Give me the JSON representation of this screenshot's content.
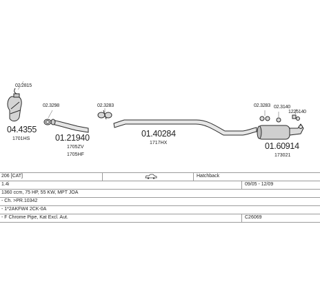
{
  "parts": {
    "cat_pn": "04.4355",
    "cat_sub": "1701HS",
    "cat_gasket_pn": "02.2815",
    "gasket_pn_1": "02.3298",
    "front_pipe_pn": "01.21940",
    "front_pipe_sub_1": "1705ZV",
    "front_pipe_sub_2": "1705HF",
    "clamp_pn": "02.3283",
    "middle_pipe_pn": "01.40284",
    "middle_pipe_sub": "1717HX",
    "hanger_pn_1": "02.3283",
    "hanger_pn_2": "02.3140",
    "hanger_pn_3": "1225140",
    "rear_silencer_pn": "01.60914",
    "rear_silencer_sub": "173021"
  },
  "info": {
    "row1": {
      "model": "206  [CAT]",
      "body_type": "Hatchback",
      "car_icon": "car-icon"
    },
    "row2": {
      "engine": "1.4i",
      "dates": "09/05 - 12/09"
    },
    "row3": {
      "spec": "1360 ccm, 75 HP, 55 KW, MPT JOA"
    },
    "row4": {
      "notes": "- Ch. >PR.10342"
    },
    "row5": {
      "codes": "- 1*2AKFW4 2CK-0A"
    },
    "row6": {
      "description": "- F Chrome Pipe, Kat Excl. Aut.",
      "code": "C26069"
    }
  },
  "colors": {
    "line": "#9a9a9a",
    "part_fill": "#d8d8d8",
    "part_stroke": "#2a2a2a"
  }
}
